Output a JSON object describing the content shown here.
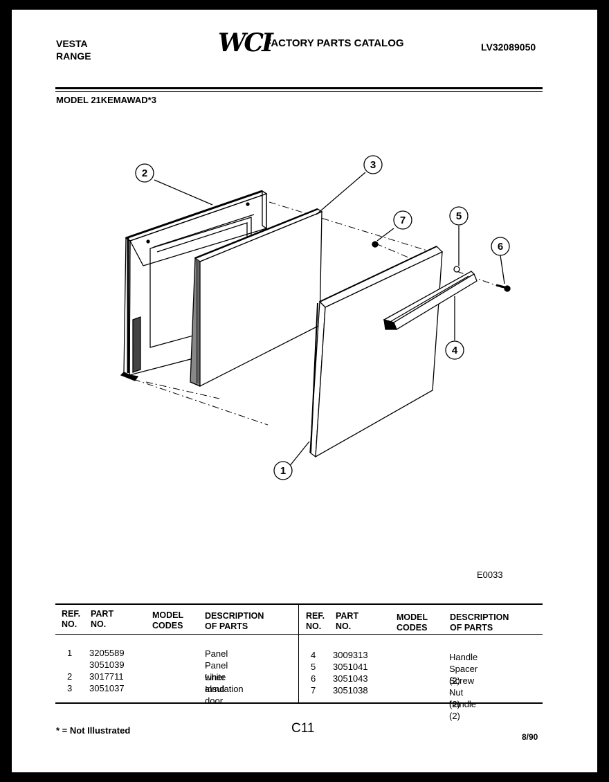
{
  "header": {
    "brand_line1": "VESTA",
    "brand_line2": "RANGE",
    "logo_text": "WCI",
    "catalog_title": "FACTORY PARTS CATALOG",
    "catalog_number": "LV32089050",
    "model": "MODEL 21KEMAWAD*3"
  },
  "diagram": {
    "figure_code": "E0033",
    "callouts": [
      "1",
      "2",
      "3",
      "4",
      "5",
      "6",
      "7"
    ]
  },
  "parts_table": {
    "headers": {
      "ref_no": "REF.\nNO.",
      "part_no": "PART\nNO.",
      "model_codes": "MODEL\nCODES",
      "description": "DESCRIPTION\nOF PARTS"
    },
    "left_rows": [
      {
        "ref": "1",
        "part": "3205589",
        "codes": "",
        "desc": "Panel - white"
      },
      {
        "ref": "",
        "part": "3051039",
        "codes": "",
        "desc": "Panel - almd"
      },
      {
        "ref": "2",
        "part": "3017711",
        "codes": "",
        "desc": "Liner - door"
      },
      {
        "ref": "3",
        "part": "3051037",
        "codes": "",
        "desc": "Insulation"
      }
    ],
    "right_rows": [
      {
        "ref": "4",
        "part": "3009313",
        "codes": "",
        "desc": "Handle"
      },
      {
        "ref": "5",
        "part": "3051041",
        "codes": "",
        "desc": "Spacer (2)"
      },
      {
        "ref": "6",
        "part": "3051043",
        "codes": "",
        "desc": "Screw - handle (2)"
      },
      {
        "ref": "7",
        "part": "3051038",
        "codes": "",
        "desc": "Nut (2)"
      }
    ]
  },
  "footer": {
    "note": "* = Not Illustrated",
    "page_code": "C11",
    "date": "8/90"
  }
}
